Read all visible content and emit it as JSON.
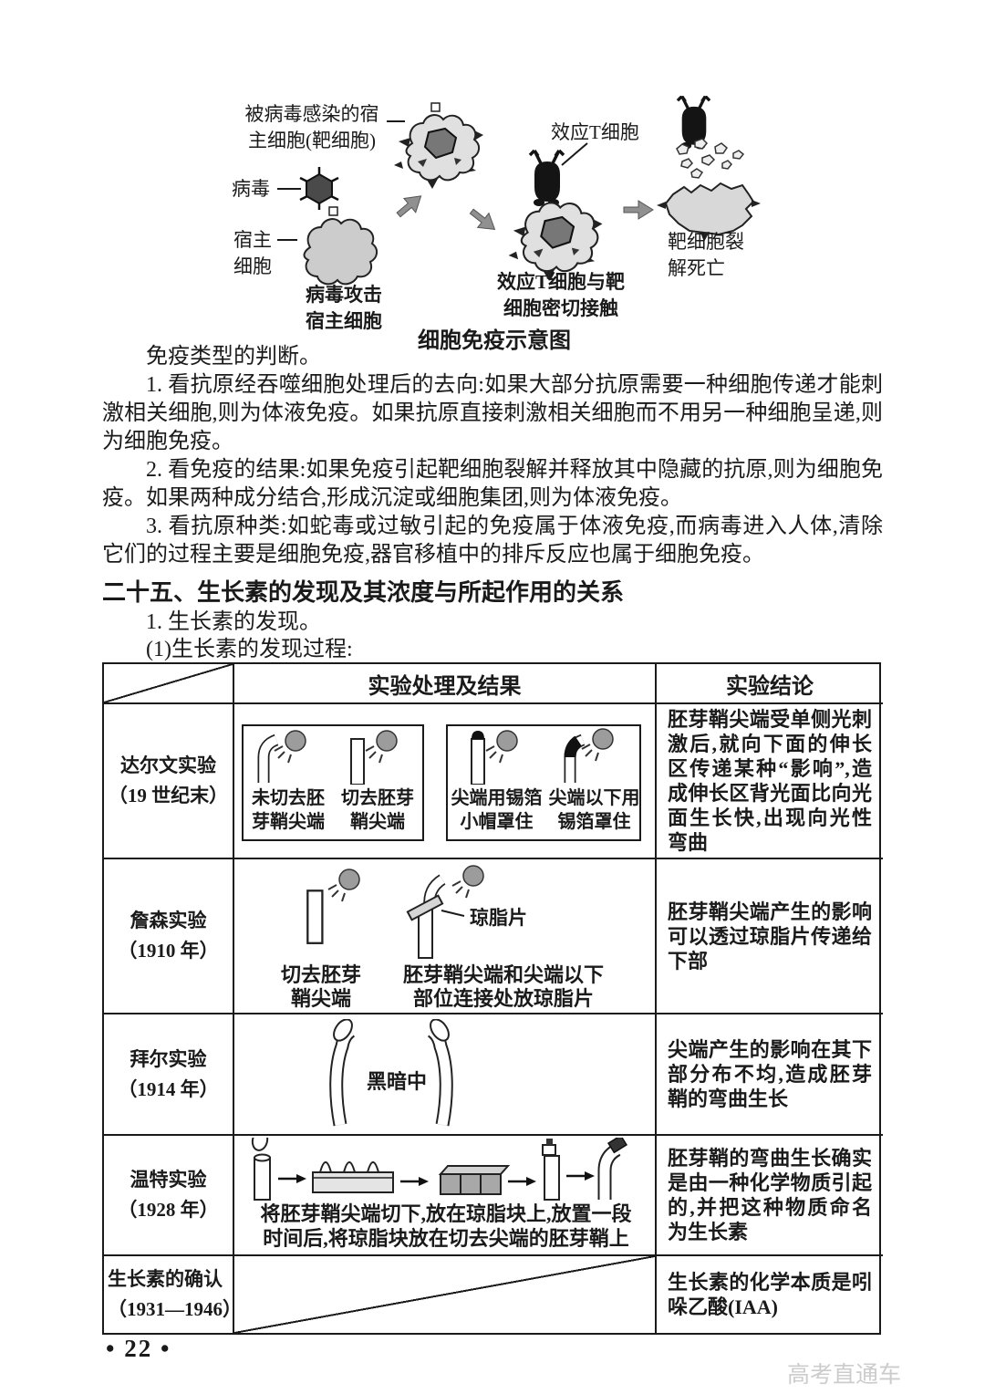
{
  "page": {
    "number_label": "• 22 •",
    "watermark": "高考直通车"
  },
  "immune_diagram": {
    "caption": "细胞免疫示意图",
    "labels": {
      "infected_cell": "被病毒感染的宿\n主细胞(靶细胞)",
      "virus": "病毒",
      "host_cell": "宿主\n细胞",
      "virus_attack": "病毒攻击\n宿主细胞",
      "effector_t": "效应T细胞",
      "contact": "效应T细胞与靶\n细胞密切接触",
      "lysis": "靶细胞裂\n解死亡"
    }
  },
  "immunity_judgment": {
    "intro": "免疫类型的判断。",
    "points": [
      "1. 看抗原经吞噬细胞处理后的去向:如果大部分抗原需要一种细胞传递才能刺激相关细胞,则为体液免疫。如果抗原直接刺激相关细胞而不用另一种细胞呈递,则为细胞免疫。",
      "2. 看免疫的结果:如果免疫引起靶细胞裂解并释放其中隐藏的抗原,则为细胞免疫。如果两种成分结合,形成沉淀或细胞集团,则为体液免疫。",
      "3. 看抗原种类:如蛇毒或过敏引起的免疫属于体液免疫,而病毒进入人体,清除它们的过程主要是细胞免疫,器官移植中的排斥反应也属于细胞免疫。"
    ]
  },
  "auxin_section": {
    "heading": "二十五、生长素的发现及其浓度与所起作用的关系",
    "sub_heading": "1. 生长素的发现。",
    "sub_sub_heading": "(1)生长素的发现过程:"
  },
  "experiment_table": {
    "col_treatment": "实验处理及结果",
    "col_conclusion": "实验结论",
    "rows": [
      {
        "name": "达尔文实验\n（19 世纪末）",
        "figures": [
          "未切去胚\n芽鞘尖端",
          "切去胚芽\n鞘尖端",
          "尖端用锡箔\n小帽罩住",
          "尖端以下用\n锡箔罩住"
        ],
        "conclusion": "胚芽鞘尖端受单侧光刺激后,就向下面的伸长区传递某种“影响”,造成伸长区背光面比向光面生长快,出现向光性弯曲"
      },
      {
        "name": "詹森实验\n（1910 年）",
        "figures": [
          "切去胚芽\n鞘尖端",
          "胚芽鞘尖端和尖端以下\n部位连接处放琼脂片"
        ],
        "agar_label": "琼脂片",
        "conclusion": "胚芽鞘尖端产生的影响可以透过琼脂片传递给下部"
      },
      {
        "name": "拜尔实验\n（1914 年）",
        "dark_label": "黑暗中",
        "conclusion": "尖端产生的影响在其下部分布不均,造成胚芽鞘的弯曲生长"
      },
      {
        "name": "温特实验\n（1928 年）",
        "caption": "将胚芽鞘尖端切下,放在琼脂块上,放置一段\n时间后,将琼脂块放在切去尖端的胚芽鞘上",
        "conclusion": "胚芽鞘的弯曲生长确实是由一种化学物质引起的,并把这种物质命名为生长素"
      },
      {
        "name": "生长素的确认\n（1931—1946）",
        "conclusion": "生长素的化学本质是吲哚乙酸(IAA)"
      }
    ]
  }
}
